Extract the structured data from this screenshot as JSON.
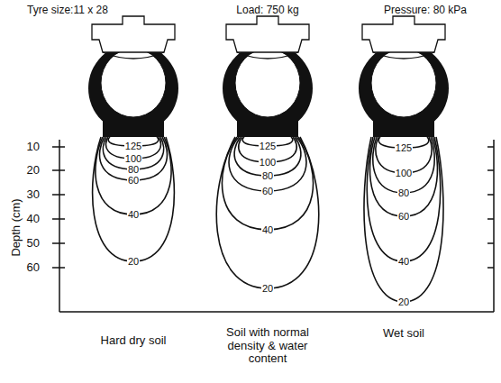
{
  "diagram": {
    "labels": [
      "Tyre size:11 x 28",
      "Load: 750 kg",
      "Pressure: 80 kPa",
      "125",
      "100",
      "80",
      "60",
      "40",
      "20",
      "125",
      "100",
      "80",
      "60",
      "40",
      "20",
      "125",
      "100",
      "80",
      "60",
      "40",
      "20",
      "Depth (cm)",
      "10",
      "20",
      "30",
      "40",
      "50",
      "60",
      "Hard dry soil",
      "Soil with normal density & water content",
      "Wet soil"
    ]
  }
}
